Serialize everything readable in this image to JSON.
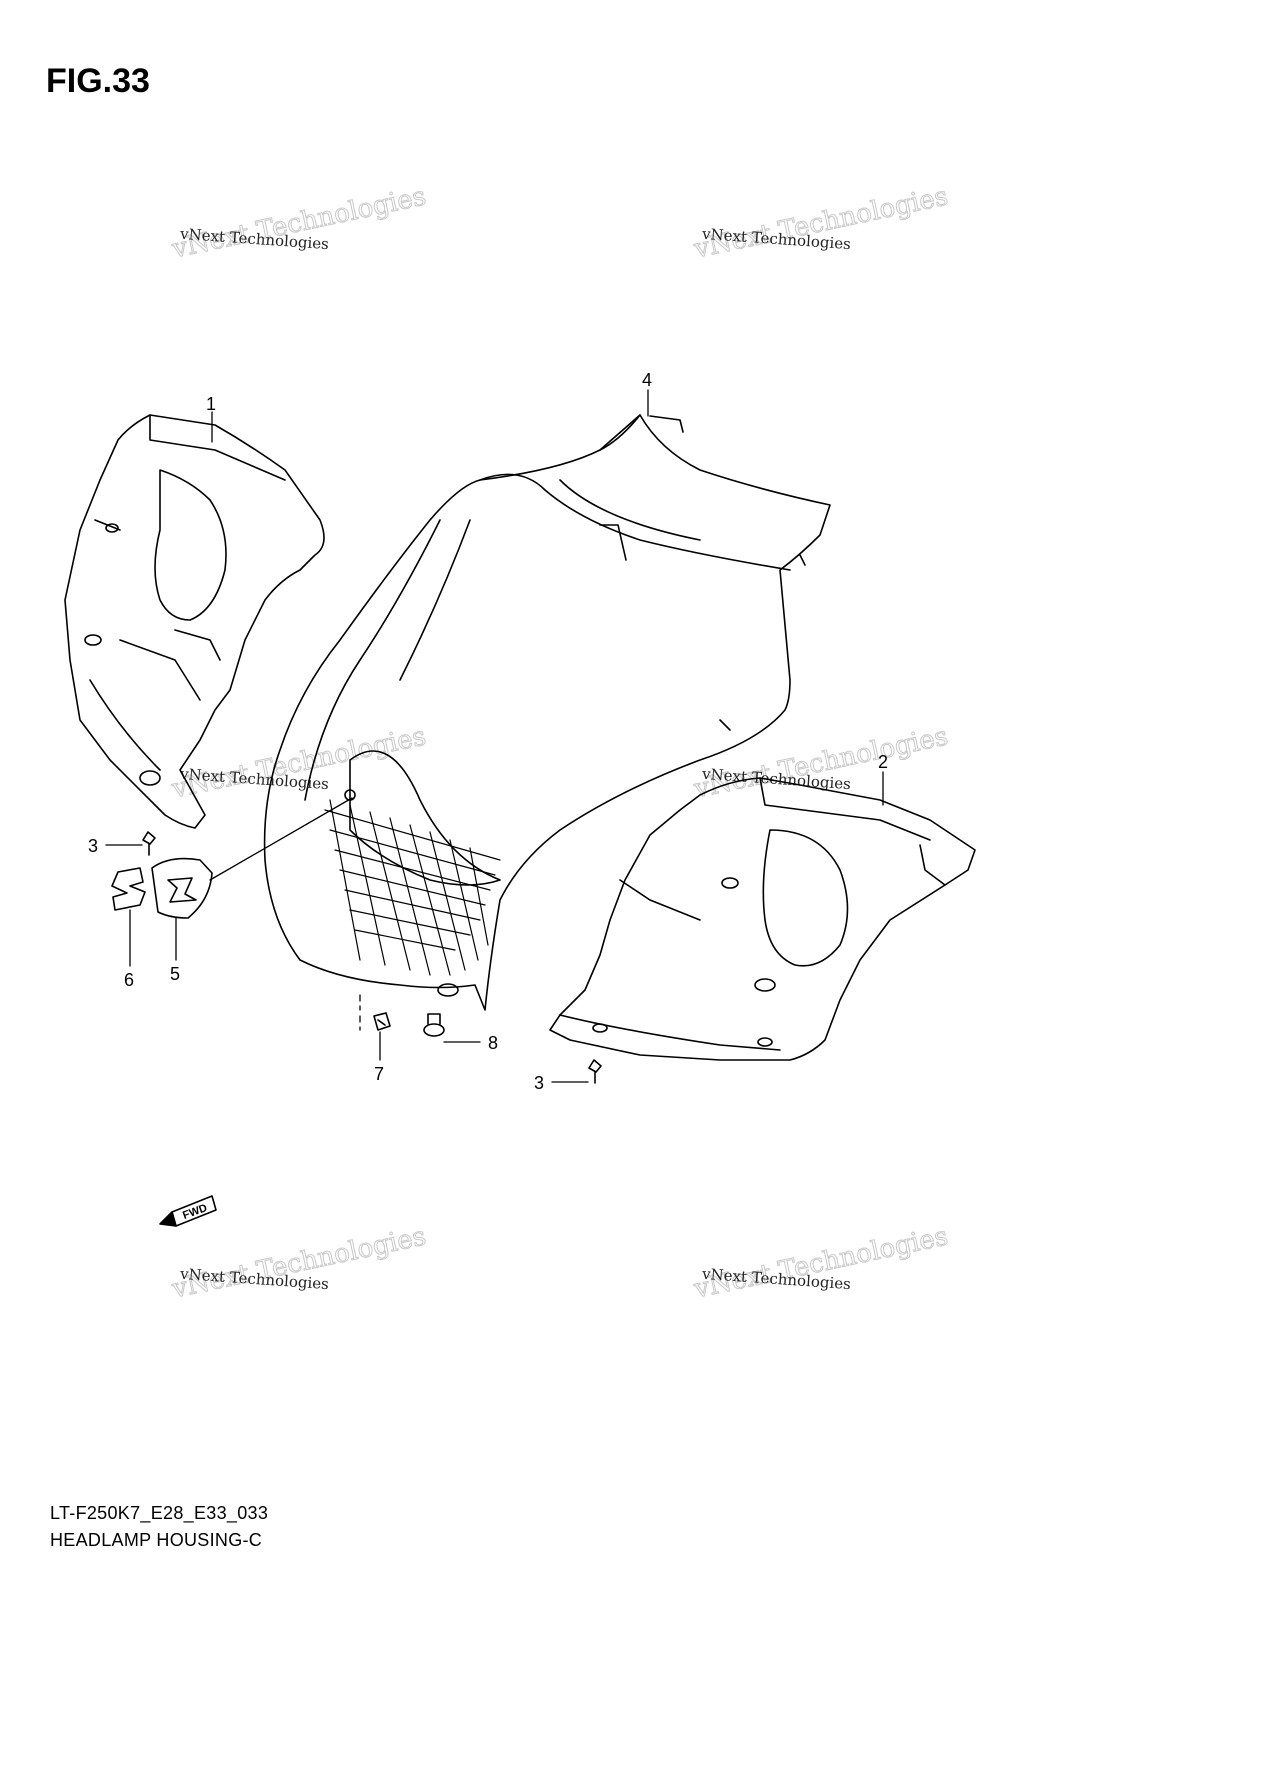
{
  "figure": {
    "title": "FIG.33"
  },
  "caption": {
    "model_code": "LT-F250K7_E28_E33_033",
    "part_name": "HEADLAMP HOUSING-C"
  },
  "watermark": {
    "text": "vNext Technologies"
  },
  "callouts": [
    {
      "id": "1",
      "label": "1"
    },
    {
      "id": "2",
      "label": "2"
    },
    {
      "id": "3a",
      "label": "3"
    },
    {
      "id": "3b",
      "label": "3"
    },
    {
      "id": "4",
      "label": "4"
    },
    {
      "id": "5",
      "label": "5"
    },
    {
      "id": "6",
      "label": "6"
    },
    {
      "id": "7",
      "label": "7"
    },
    {
      "id": "8",
      "label": "8"
    }
  ],
  "fwd_arrow": {
    "label": "FWD"
  },
  "colors": {
    "line": "#000000",
    "watermark": "#bbbbbb",
    "background": "#ffffff"
  }
}
